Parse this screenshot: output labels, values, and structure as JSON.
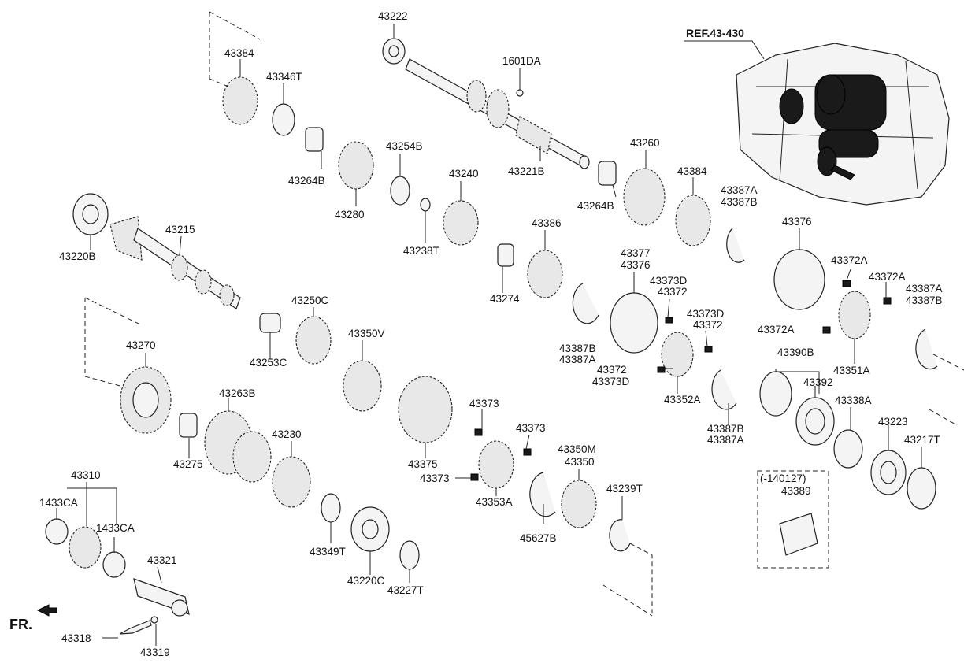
{
  "ref_label": "REF.43-430",
  "fr_label": "FR.",
  "bracket_label": "(-140127)",
  "labels": {
    "p43222": "43222",
    "p1601DA": "1601DA",
    "p43221B": "43221B",
    "p43384a": "43384",
    "p43346T": "43346T",
    "p43264Ba": "43264B",
    "p43280": "43280",
    "p43254B": "43254B",
    "p43240": "43240",
    "p43238T": "43238T",
    "p43260": "43260",
    "p43264Bb": "43264B",
    "p43384b": "43384",
    "p43387A_a": "43387A",
    "p43387B_a": "43387B",
    "p43376a": "43376",
    "p43372A_a": "43372A",
    "p43372A_b": "43372A",
    "p43387A_b": "43387A",
    "p43387B_b": "43387B",
    "p43372A_c": "43372A",
    "p43351A": "43351A",
    "p43220B": "43220B",
    "p43215": "43215",
    "p43386": "43386",
    "p43274": "43274",
    "p43377": "43377",
    "p43376b": "43376",
    "p43373D_a": "43373D",
    "p43372_a": "43372",
    "p43373D_b": "43373D",
    "p43372_b": "43372",
    "p43387B_c": "43387B",
    "p43387A_c": "43387A",
    "p43372_c": "43372",
    "p43373D_c": "43373D",
    "p43352A": "43352A",
    "p43387B_d": "43387B",
    "p43387A_d": "43387A",
    "p43390B": "43390B",
    "p43392": "43392",
    "p43338A": "43338A",
    "p43223": "43223",
    "p43217T": "43217T",
    "p43389": "43389",
    "p43250C": "43250C",
    "p43253C": "43253C",
    "p43350V": "43350V",
    "p43270": "43270",
    "p43263B": "43263B",
    "p43230": "43230",
    "p43275": "43275",
    "p43375": "43375",
    "p43373_a": "43373",
    "p43373_b": "43373",
    "p43373_c": "43373",
    "p43353A": "43353A",
    "p43350M": "43350M",
    "p43350": "43350",
    "p43239T": "43239T",
    "p45627B": "45627B",
    "p43310": "43310",
    "p1433CA_a": "1433CA",
    "p1433CA_b": "1433CA",
    "p43321": "43321",
    "p43349T": "43349T",
    "p43220C": "43220C",
    "p43227T": "43227T",
    "p43318": "43318",
    "p43319": "43319"
  }
}
